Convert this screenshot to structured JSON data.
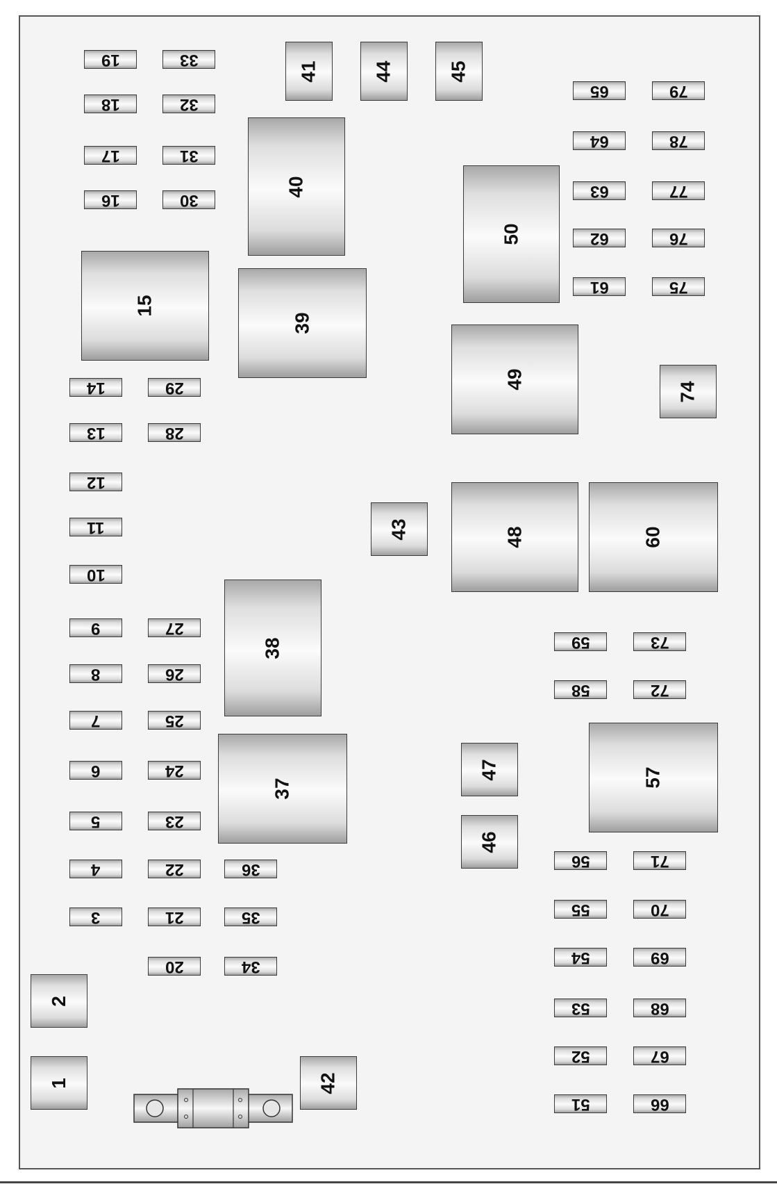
{
  "components": {
    "c1": "1",
    "c2": "2",
    "c3": "3",
    "c4": "4",
    "c5": "5",
    "c6": "6",
    "c7": "7",
    "c8": "8",
    "c9": "9",
    "c10": "10",
    "c11": "11",
    "c12": "12",
    "c13": "13",
    "c14": "14",
    "c15": "15",
    "c16": "16",
    "c17": "17",
    "c18": "18",
    "c19": "19",
    "c20": "20",
    "c21": "21",
    "c22": "22",
    "c23": "23",
    "c24": "24",
    "c25": "25",
    "c26": "26",
    "c27": "27",
    "c28": "28",
    "c29": "29",
    "c30": "30",
    "c31": "31",
    "c32": "32",
    "c33": "33",
    "c34": "34",
    "c35": "35",
    "c36": "36",
    "c37": "37",
    "c38": "38",
    "c39": "39",
    "c40": "40",
    "c41": "41",
    "c42": "42",
    "c43": "43",
    "c44": "44",
    "c45": "45",
    "c46": "46",
    "c47": "47",
    "c48": "48",
    "c49": "49",
    "c50": "50",
    "c51": "51",
    "c52": "52",
    "c53": "53",
    "c54": "54",
    "c55": "55",
    "c56": "56",
    "c57": "57",
    "c58": "58",
    "c59": "59",
    "c60": "60",
    "c61": "61",
    "c62": "62",
    "c63": "63",
    "c64": "64",
    "c65": "65",
    "c66": "66",
    "c67": "67",
    "c68": "68",
    "c69": "69",
    "c70": "70",
    "c71": "71",
    "c72": "72",
    "c73": "73",
    "c74": "74",
    "c75": "75",
    "c76": "76",
    "c77": "77",
    "c78": "78",
    "c79": "79"
  },
  "colors": {
    "panel": "#f4f4f4",
    "outline": "#3a3a3a",
    "label": "#111111"
  }
}
